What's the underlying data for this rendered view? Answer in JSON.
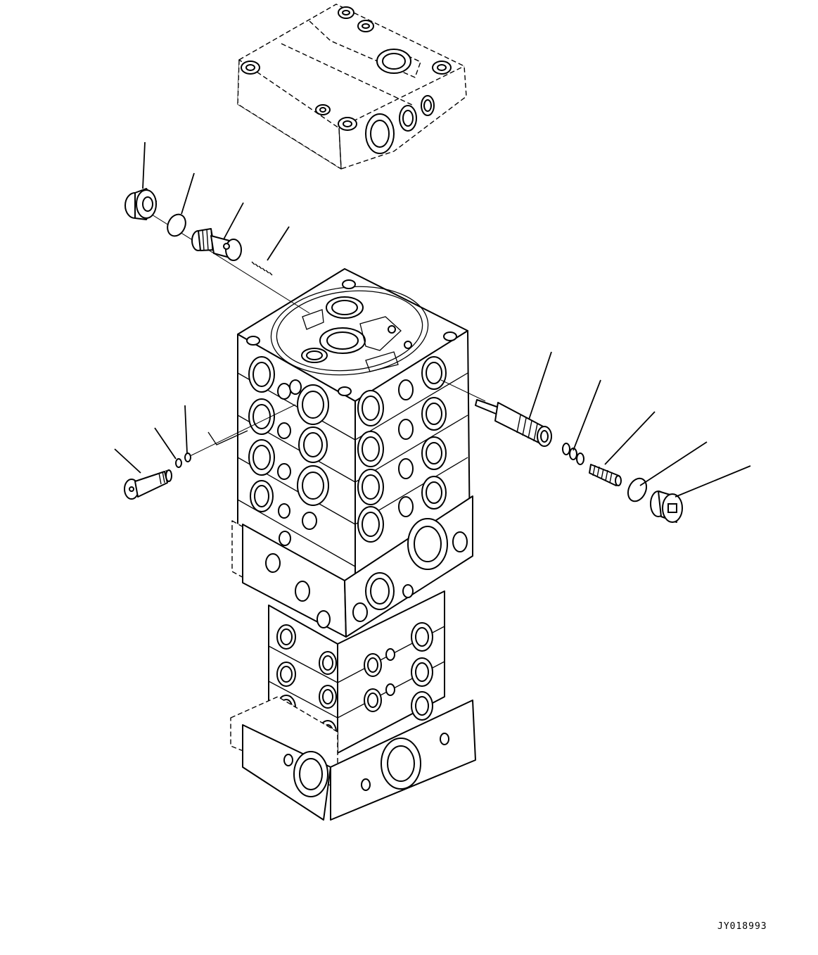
{
  "drawing": {
    "id_code": "JY018993"
  },
  "parts_left": [
    {
      "name": "plug"
    },
    {
      "name": "o-ring"
    },
    {
      "name": "valve-piston"
    },
    {
      "name": "spring"
    },
    {
      "name": "bolt"
    },
    {
      "name": "o-ring-small"
    },
    {
      "name": "o-ring-small"
    }
  ],
  "parts_right": [
    {
      "name": "valve-spool"
    },
    {
      "name": "spring-coil"
    },
    {
      "name": "spring"
    },
    {
      "name": "o-ring"
    },
    {
      "name": "plug"
    }
  ],
  "colors": {
    "line": "#000000",
    "background": "#ffffff"
  }
}
